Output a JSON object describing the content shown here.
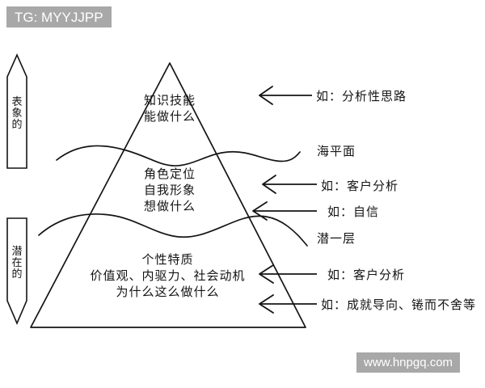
{
  "page": {
    "title": "能力素质冰山模型",
    "background_color": "#ffffff",
    "ink_color": "#141414"
  },
  "watermarks": {
    "top_left": {
      "text": "TG: MYYJJPP",
      "background": "#a8a8a8",
      "color": "#ffffff"
    },
    "bottom_right": {
      "text": "www.hnpgq.com",
      "background": "#a8a8a8",
      "color": "#ffffff"
    }
  },
  "side_labels": {
    "upper": {
      "name": "surface-arrow",
      "chars": [
        "表",
        "象",
        "的"
      ],
      "direction": "up"
    },
    "lower": {
      "name": "latent-arrow",
      "chars": [
        "潜",
        "在",
        "的"
      ],
      "direction": "down"
    }
  },
  "pyramid": {
    "tiers": [
      {
        "id": "top",
        "lines": [
          "知识技能",
          "能做什么"
        ]
      },
      {
        "id": "middle",
        "lines": [
          "角色定位",
          "自我形象",
          "想做什么"
        ]
      },
      {
        "id": "bottom",
        "lines": [
          "个性特质",
          "价值观、内驱力、社会动机",
          "为什么这么做什么"
        ]
      }
    ]
  },
  "annotations": [
    {
      "id": "a1",
      "text": "如：分析性思路",
      "has_arrow": true
    },
    {
      "id": "a2",
      "text": "如：客户分析",
      "has_arrow": true
    },
    {
      "id": "a3",
      "text": "如：自信",
      "has_arrow": true
    },
    {
      "id": "a4",
      "text": "如：客户分析",
      "has_arrow": true
    },
    {
      "id": "a5",
      "text": "如：成就导向、锩而不舍等",
      "has_arrow": true
    }
  ],
  "plain_labels": [
    {
      "id": "sea",
      "text": "海平面"
    },
    {
      "id": "layer",
      "text": "潜一层"
    }
  ]
}
